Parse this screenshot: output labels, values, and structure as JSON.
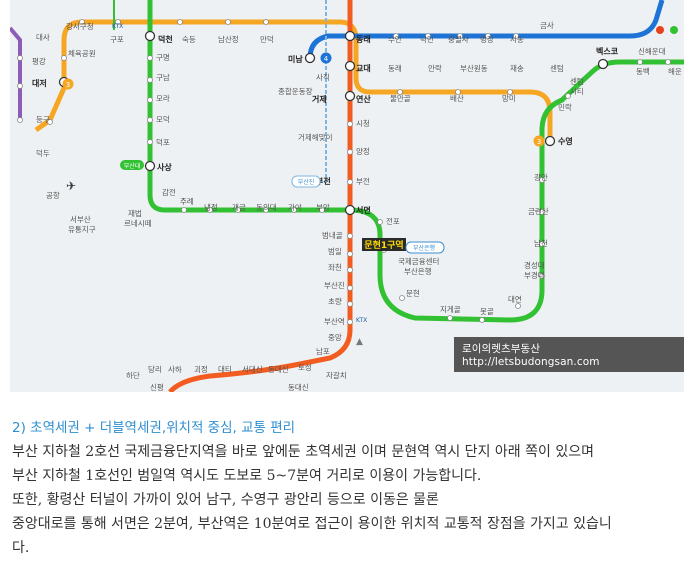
{
  "map": {
    "watermark": "로이의렛츠부동산 http://letsbudongsan.com",
    "highlight_label": "문현1구역",
    "badge_busan_univ": "부산대",
    "badge_busan_bank": "부산은행",
    "badge_busan_station": "부산진",
    "station_labels": {
      "gaeseo": "강서구청",
      "gupo": "구포",
      "deokcheon": "덕천",
      "sukdeung": "숙등",
      "namsanjeong": "남산정",
      "mandeok": "만덕",
      "mi_nam": "미남",
      "dongnae": "동래",
      "suan": "수안",
      "nakmin": "낙민",
      "chungnyeolsa": "충렬사",
      "myeongjang": "명장",
      "seodong": "서동",
      "geumsa": "금사",
      "daesa": "대사",
      "cheyuk": "체육공원",
      "pyeongang": "평강",
      "daejeo": "대저",
      "deungu": "등구",
      "deokdu": "덕두",
      "gonghang": "공항",
      "seobusan": "서부산\n유통지구",
      "gumyeong": "구명",
      "gunam": "구남",
      "mora": "모라",
      "modeok": "모덕",
      "deokpo": "덕포",
      "sasang": "사상",
      "gamjeon": "감전",
      "jurye": "주례",
      "naengjeong": "냉정",
      "gaegeum": "개금",
      "dongui": "동의대",
      "gaya": "가야",
      "buam": "부암",
      "seomyeon": "서면",
      "jaebeop": "재법\n르네시떼",
      "sajik": "사직",
      "jonghap": "종합운동장",
      "geoje": "거제",
      "yeonsan": "연산",
      "mulmangol": "물만골",
      "baesan": "배산",
      "mangmi": "망미",
      "suyeong": "수영",
      "gyodae": "교대",
      "dongrae2": "동래",
      "anrak": "안락",
      "buseonghan": "부산원동",
      "jaesong": "재송",
      "centum": "센텀",
      "centumcity": "센텀\n시티",
      "mincheon": "민락",
      "bexco": "벡스코",
      "sinhae": "신해운대",
      "dongbaek": "동백",
      "haeun": "해운",
      "sicheong": "시청",
      "yangjeong": "양정",
      "bujeon": "부전",
      "bujeon2": "부전",
      "geojehaemaji": "거제해맞이",
      "jeonpo": "전포",
      "munhyeon": "문현",
      "jigegol": "지게골",
      "motgol": "못골",
      "daeyeon": "대연",
      "kyeongseong": "경성대\n부경대",
      "namcheon": "남천",
      "geumryeonsan": "금련산",
      "gwangan": "광안",
      "beomnaegol": "범내골",
      "beomil": "범일",
      "jwacheon": "좌천",
      "busanjin": "부산진",
      "choryang": "초량",
      "busanyeok": "부산역",
      "jungang": "중앙",
      "nampo": "남포",
      "jagalchi": "자갈치",
      "toseong": "토성",
      "dongdaesin": "동대신",
      "seodaesin": "서대신",
      "daeti": "대티",
      "goejeong": "괴정",
      "saha": "사하",
      "dangni": "당리",
      "hadan": "하단",
      "sinpyeong": "신평",
      "gukje": "국제금융센터\n부산은행"
    }
  },
  "text": {
    "title": "2) 초역세권 + 더블역세권,위치적 중심, 교통 편리",
    "line1": "부산 지하철 2호선 국제금융단지역을 바로 앞에둔 초역세권 이며 문현역 역시 단지 아래 쪽이 있으며",
    "line2": "부산 지하철 1호선인 범일역 역시도 도보로 5~7분여 거리로 이용이 가능합니다.",
    "line3": "또한, 황령산 터널이 가까이 있어 남구, 수영구 광안리 등으로 이동은 물론",
    "line4": "중앙대로를 통해 서면은 2분여, 부산역은 10분여로 접근이 용이한 위치적 교통적 장점을 가지고 있습니",
    "line5": "다."
  },
  "colors": {
    "line1": "#f25c20",
    "line2": "#32c132",
    "line3": "#f5a623",
    "line4": "#1e73d6",
    "line_gimhae": "#8b5cb8",
    "title": "#2f8fd0",
    "map_bg": "#eef1f3"
  },
  "icon_names": [
    "airplane-icon",
    "ktx-icon",
    "line-3-badge-icon",
    "line-4-badge-icon"
  ]
}
